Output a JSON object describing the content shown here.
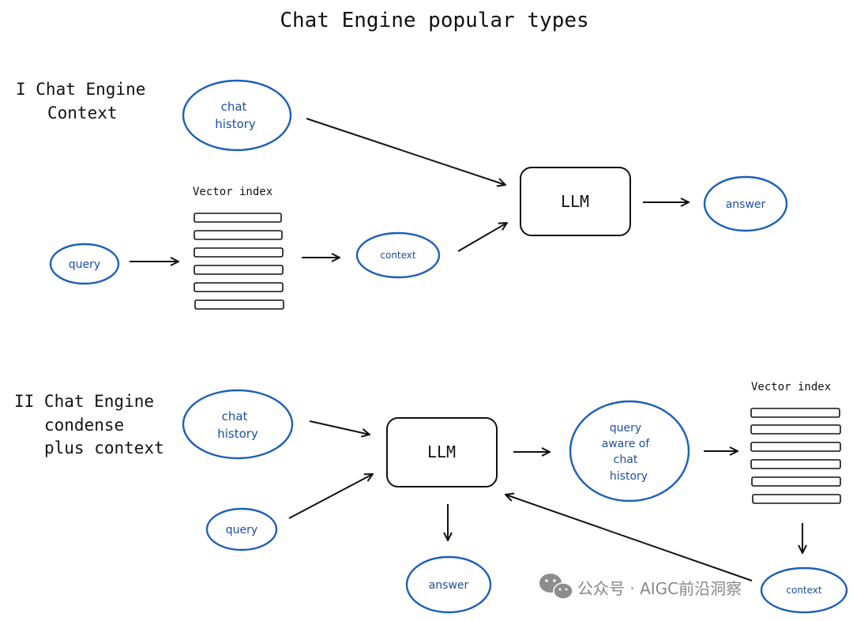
{
  "title": "Chat Engine popular types",
  "section1": {
    "label_line1": "I Chat Engine",
    "label_line2": "Context",
    "chat_history": [
      "chat",
      "history"
    ],
    "vector_index_label": "Vector index",
    "query": "query",
    "context": "context",
    "llm": "LLM",
    "answer": "answer"
  },
  "section2": {
    "label_line1": "II Chat Engine",
    "label_line2": "condense",
    "label_line3": "plus context",
    "chat_history": [
      "chat",
      "history"
    ],
    "query": "query",
    "llm": "LLM",
    "query_aware": [
      "query",
      "aware of",
      "chat",
      "history"
    ],
    "vector_index_label": "Vector index",
    "answer": "answer",
    "context": "context"
  },
  "watermark": "公众号 · AIGC前沿洞察",
  "colors": {
    "accent_blue": "#1c5fb8",
    "text_blue": "#1c4fa0",
    "ink": "#111111"
  }
}
